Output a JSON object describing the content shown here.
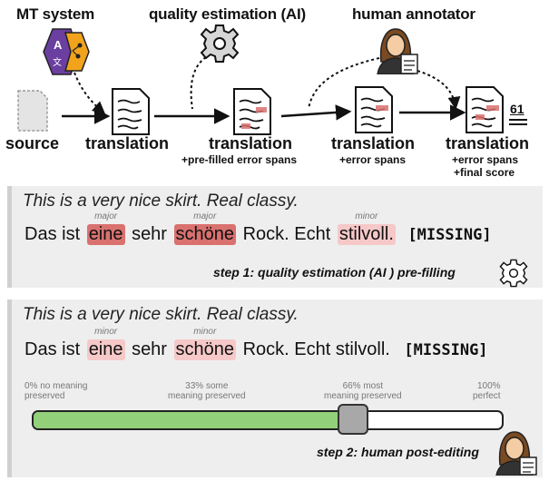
{
  "actors": {
    "mt_system": "MT system",
    "quality_estimation": "quality estimation (AI)",
    "human_annotator": "human annotator"
  },
  "stages": {
    "source": "source",
    "translation_1": "translation",
    "translation_2": "translation",
    "translation_2_sub": "+pre-filled error spans",
    "translation_3": "translation",
    "translation_3_sub": "+error spans",
    "translation_4": "translation",
    "translation_4_sub1": "+error spans",
    "translation_4_sub2": "+final score",
    "final_score_value": "61"
  },
  "panel1": {
    "source_sentence": "This is a very nice skirt. Real classy.",
    "tokens": [
      {
        "text": "Das ist",
        "severity": ""
      },
      {
        "text": "eine",
        "severity": "major"
      },
      {
        "text": "sehr",
        "severity": ""
      },
      {
        "text": "schöne",
        "severity": "major"
      },
      {
        "text": "Rock. Echt",
        "severity": ""
      },
      {
        "text": "stilvoll.",
        "severity": "minor"
      }
    ],
    "missing_tag": "[MISSING]",
    "step_label": "step 1: quality estimation (AI ) pre-filling"
  },
  "panel2": {
    "source_sentence": "This is a very nice skirt. Real classy.",
    "tokens": [
      {
        "text": "Das ist",
        "severity": ""
      },
      {
        "text": "eine",
        "severity": "minor"
      },
      {
        "text": "sehr",
        "severity": ""
      },
      {
        "text": "schöne",
        "severity": "minor"
      },
      {
        "text": "Rock. Echt stilvoll.",
        "severity": ""
      }
    ],
    "missing_tag": "[MISSING]",
    "slider": {
      "ticks": [
        {
          "l1": "0% no meaning",
          "l2": "preserved"
        },
        {
          "l1": "33% some",
          "l2": "meaning preserved"
        },
        {
          "l1": "66% most",
          "l2": "meaning preserved"
        },
        {
          "l1": "100%",
          "l2": "perfect"
        }
      ],
      "value_fraction": 0.68,
      "fill_color": "#92d07a"
    },
    "step_label": "step 2: human post-editing"
  },
  "colors": {
    "major": "#d9716f",
    "minor": "#f6c8c8",
    "panel_bg": "#eeeeee",
    "mt_logo": "#6a3fa0",
    "mt_logo_accent": "#f2a31c"
  },
  "icons": [
    "mt-system-logo-icon",
    "gear-icon",
    "annotator-icon",
    "document-icon",
    "arrow-icon"
  ]
}
